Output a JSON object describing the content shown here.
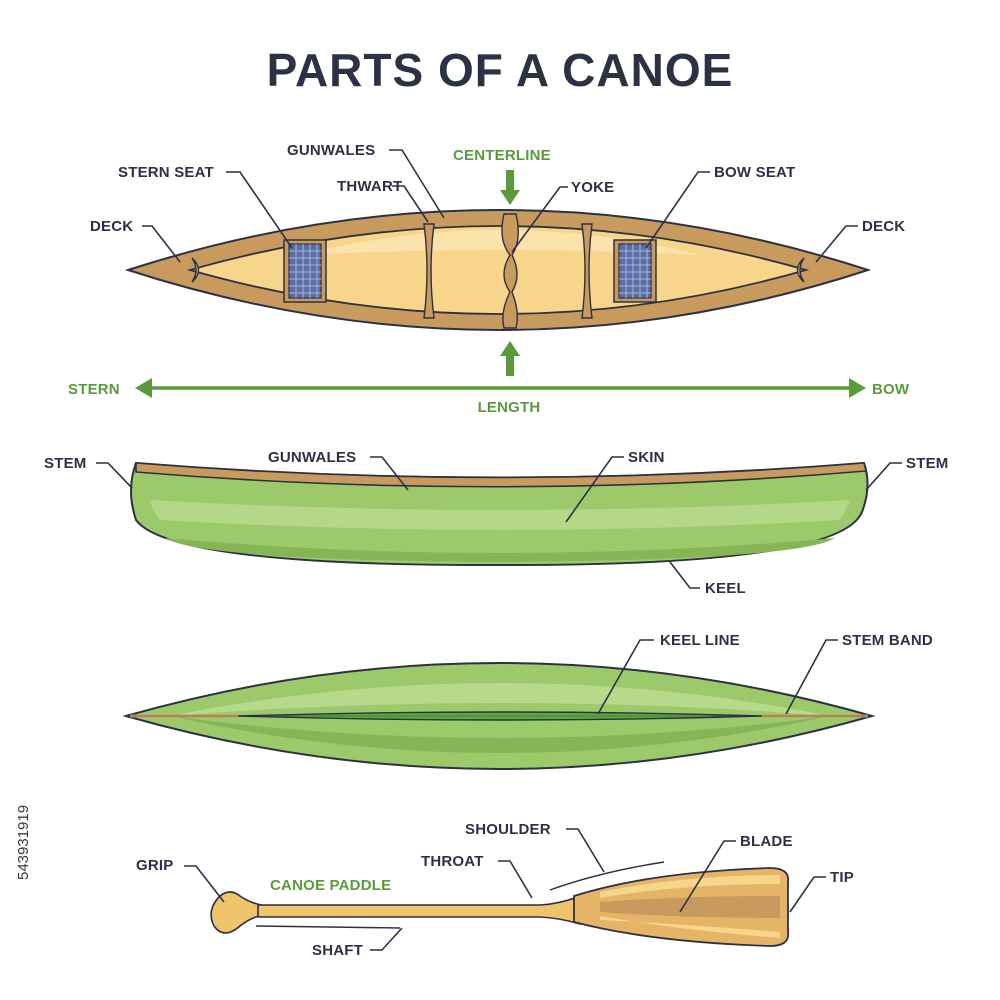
{
  "title": "PARTS OF A CANOE",
  "colors": {
    "outline": "#2c3144",
    "accent_green": "#5a9a3c",
    "canoe_green": "#9cc96a",
    "wood_tan": "#c99a5e",
    "yellow_interior": "#f7d58a",
    "seat_blue": "#5a6fa8"
  },
  "top_view": {
    "labels": {
      "deck_left": "DECK",
      "stern_seat": "STERN SEAT",
      "gunwales": "GUNWALES",
      "thwart": "THWART",
      "centerline": "CENTERLINE",
      "yoke": "YOKE",
      "bow_seat": "BOW SEAT",
      "deck_right": "DECK"
    },
    "length_arrow": {
      "left": "STERN",
      "right": "BOW",
      "caption": "LENGTH"
    }
  },
  "side_view": {
    "labels": {
      "stem_left": "STEM",
      "gunwales": "GUNWALES",
      "skin": "SKIN",
      "stem_right": "STEM",
      "keel": "KEEL"
    }
  },
  "bottom_view": {
    "labels": {
      "keel_line": "KEEL LINE",
      "stem_band": "STEM BAND"
    }
  },
  "paddle": {
    "caption": "CANOE PADDLE",
    "labels": {
      "grip": "GRIP",
      "shoulder": "SHOULDER",
      "throat": "THROAT",
      "blade": "BLADE",
      "tip": "TIP",
      "shaft": "SHAFT"
    }
  },
  "stock_id": "543931919"
}
